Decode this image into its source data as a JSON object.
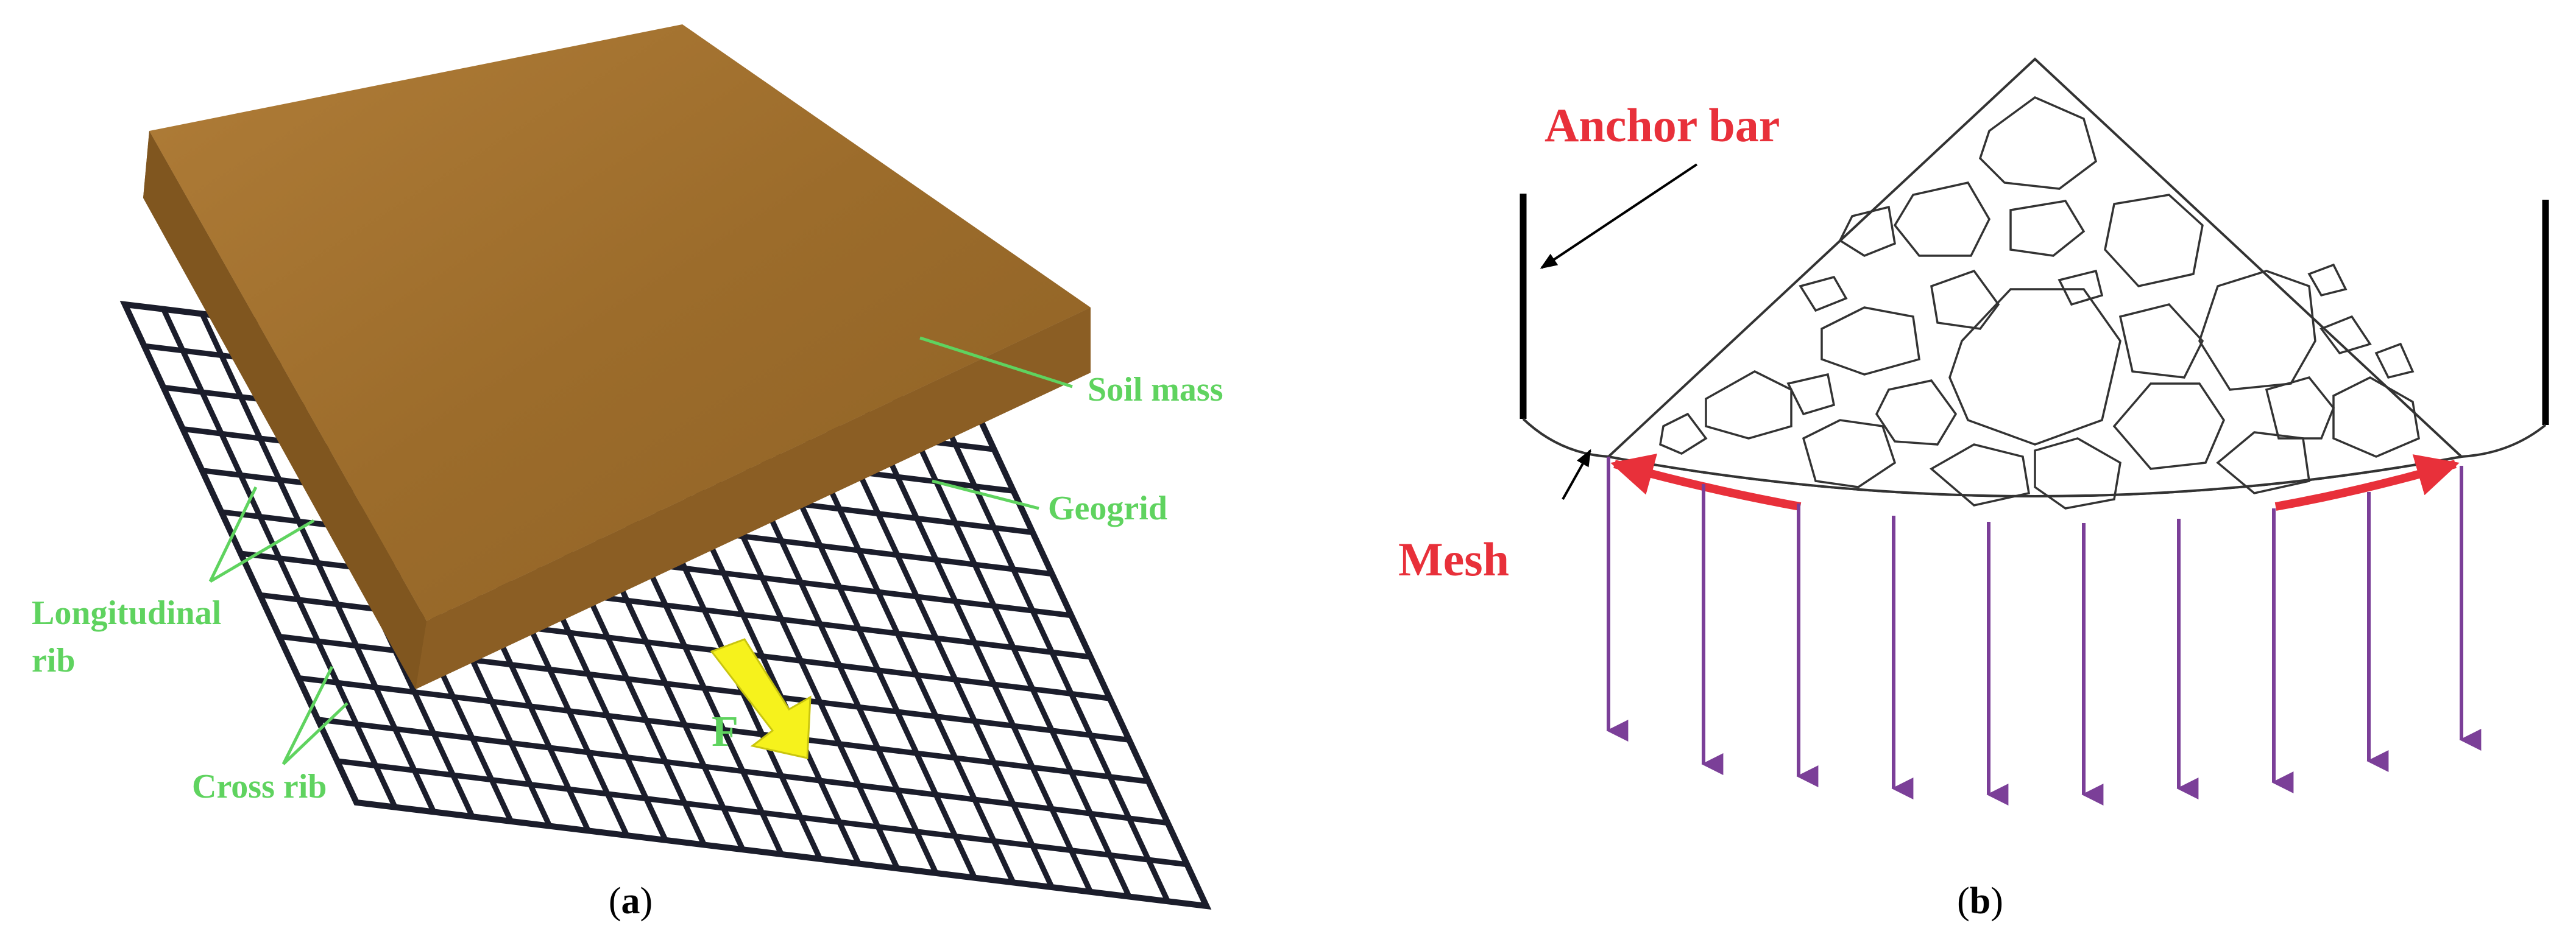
{
  "panel_a": {
    "labels": {
      "soil_mass": "Soil mass",
      "geogrid": "Geogrid",
      "longitudinal_1": "Longitudinal",
      "longitudinal_2": "rib",
      "cross_rib": "Cross rib",
      "force": "F"
    },
    "caption_open": "(",
    "caption_letter": "a",
    "caption_close": ")",
    "colors": {
      "soil": "#a2722f",
      "label": "#5fd35f",
      "force_arrow": "#f6f21c",
      "grid": "#1b1d2b"
    }
  },
  "panel_b": {
    "labels": {
      "anchor_bar": "Anchor bar",
      "mesh": "Mesh"
    },
    "caption_open": "(",
    "caption_letter": "b",
    "caption_close": ")",
    "colors": {
      "label": "#e8303a",
      "load_arrows": "#7b3f98",
      "outline": "#333333"
    }
  }
}
